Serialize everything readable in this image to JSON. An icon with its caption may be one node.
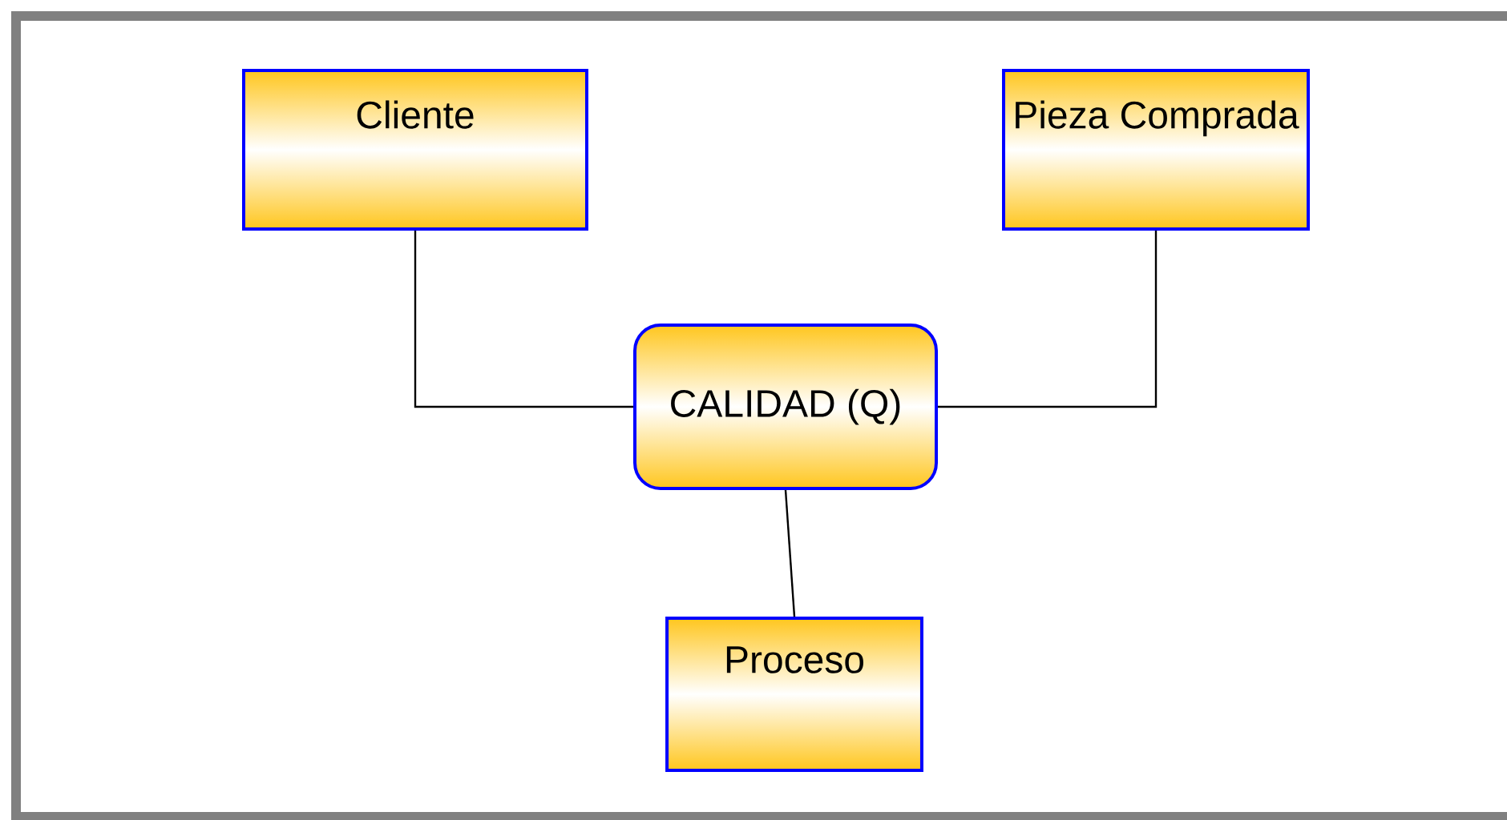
{
  "diagram": {
    "nodes": [
      {
        "text": [
          "Cliente"
        ]
      },
      {
        "text": [
          "Pieza Comprada"
        ]
      },
      {
        "text": [
          "CALIDAD (Q)"
        ]
      },
      {
        "text": [
          "Proceso"
        ]
      }
    ],
    "edges": [
      {
        "from": 0,
        "to": 2,
        "arrow": "none"
      },
      {
        "from": 1,
        "to": 2,
        "arrow": "none"
      },
      {
        "from": 2,
        "to": 3,
        "arrow": "none"
      }
    ]
  }
}
